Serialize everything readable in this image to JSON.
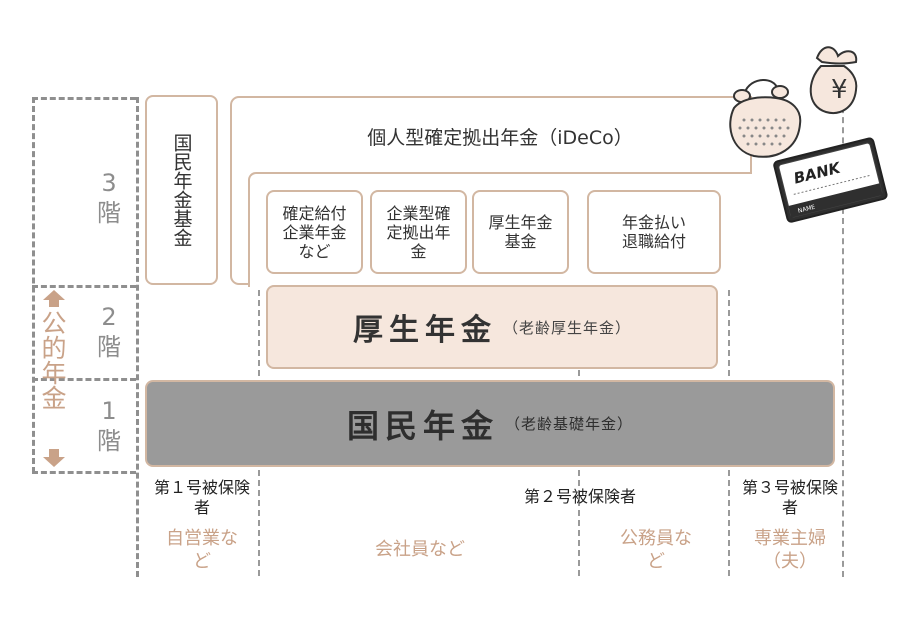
{
  "tiers": {
    "t3": {
      "num": "3",
      "char": "階"
    },
    "t2": {
      "num": "2",
      "char": "階"
    },
    "t1": {
      "num": "1",
      "char": "階"
    }
  },
  "public_label": "公的年金",
  "boxes": {
    "kokumin_kikin": "国民年金基金",
    "ideco": "個人型確定拠出年金（iDeCo）",
    "kakutei_kyufu": "確定給付企業年金など",
    "kigyo_dc": "企業型確定拠出年金",
    "kosei_kikin": "厚生年金基金",
    "taishoku": "年金払い退職給付",
    "kosei_main": "厚生年金",
    "kosei_sub": "（老齢厚生年金）",
    "kokumin_main": "国民年金",
    "kokumin_sub": "（老齢基礎年金）"
  },
  "categories": {
    "no1": {
      "title": "第１号被保険者",
      "who": "自営業など"
    },
    "no2": {
      "title": "第２号被保険者",
      "who_company": "会社員など",
      "who_public": "公務員など"
    },
    "no3": {
      "title": "第３号被保険者",
      "who": "専業主婦（夫）"
    }
  },
  "illustration": {
    "bank_text": "BANK",
    "name_text": "NAME",
    "yen": "¥"
  },
  "colors": {
    "tan": "#d2b7a2",
    "tan_fill": "#f6e7dd",
    "gray_fill": "#9a9a9a",
    "brown_text": "#c9a288"
  }
}
